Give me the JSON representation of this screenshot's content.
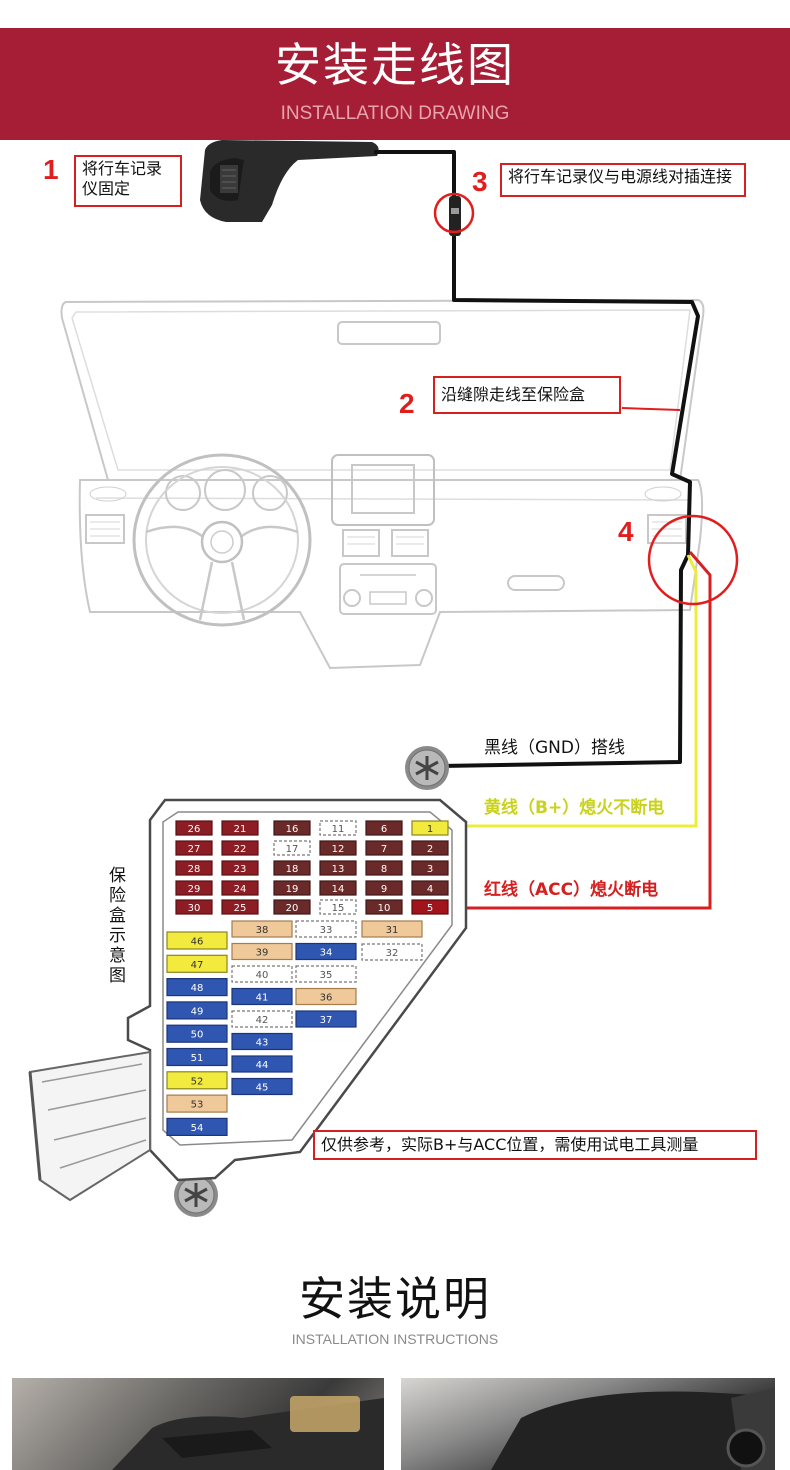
{
  "header": {
    "title": "安装走线图",
    "subtitle": "INSTALLATION DRAWING",
    "bg_color": "#a61e35"
  },
  "steps": [
    {
      "number": "1",
      "text": "将行车记录仪固定"
    },
    {
      "number": "2",
      "text": "沿缝隙走线至保险盒"
    },
    {
      "number": "3",
      "text": "将行车记录仪与电源线对插连接"
    },
    {
      "number": "4",
      "text": ""
    }
  ],
  "wires": [
    {
      "label": "黑线（GND）搭线",
      "color": "#111111"
    },
    {
      "label": "黄线（B+）熄火不断电",
      "color": "#e8e838"
    },
    {
      "label": "红线（ACC）熄火断电",
      "color": "#d42020"
    }
  ],
  "fuse_box": {
    "label": "保险盒示意图",
    "note": "仅供参考，实际B+与ACC位置，需使用试电工具测量",
    "fuses_top": [
      [
        "26",
        "21",
        "16",
        "11",
        "6",
        "1"
      ],
      [
        "27",
        "22",
        "17",
        "12",
        "7",
        "2"
      ],
      [
        "28",
        "23",
        "18",
        "13",
        "8",
        "3"
      ],
      [
        "29",
        "24",
        "19",
        "14",
        "9",
        "4"
      ],
      [
        "30",
        "25",
        "20",
        "15",
        "10",
        "5"
      ]
    ],
    "fuses_col_left": [
      "46",
      "47",
      "48",
      "49",
      "50",
      "51",
      "52",
      "53",
      "54"
    ],
    "fuses_col_mid": [
      "38",
      "39",
      "40",
      "41",
      "42",
      "43",
      "44",
      "45"
    ],
    "fuses_col_right": [
      "33",
      "34",
      "35",
      "36",
      "37"
    ],
    "fuses_far_right": [
      "31",
      "32"
    ]
  },
  "section2": {
    "title": "安装说明",
    "subtitle": "INSTALLATION INSTRUCTIONS"
  },
  "icons": [
    "dashcam-icon",
    "screw-icon",
    "steering-wheel-icon"
  ]
}
